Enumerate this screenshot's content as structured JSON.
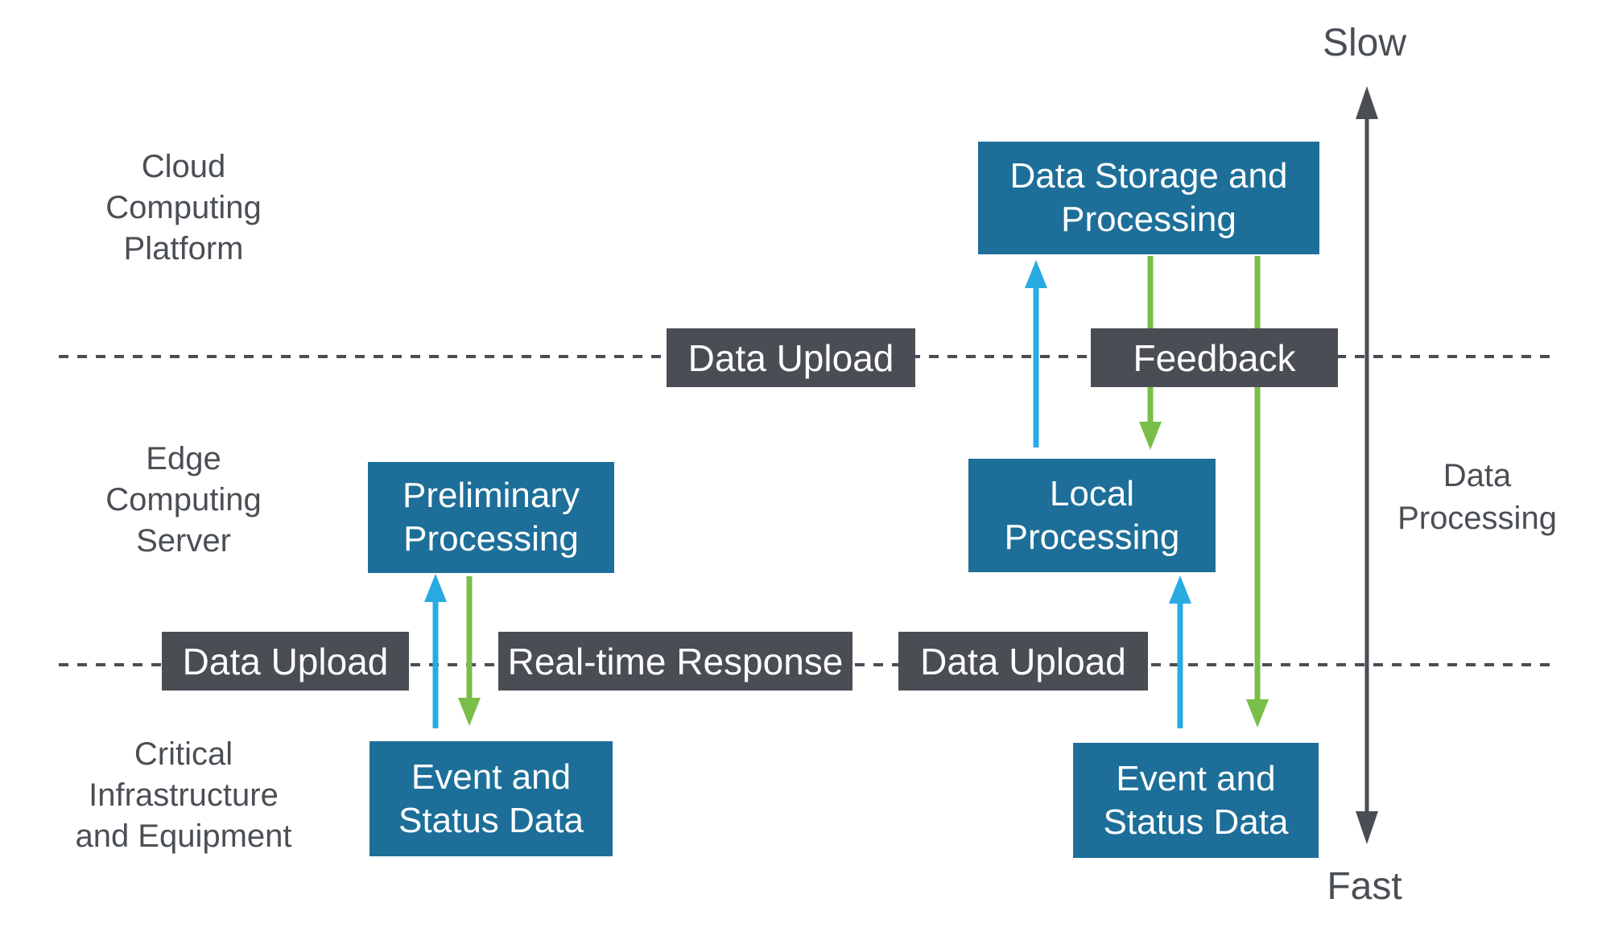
{
  "layers": {
    "cloud": {
      "label": "Cloud\nComputing\nPlatform"
    },
    "edge": {
      "label": "Edge\nComputing\nServer"
    },
    "device": {
      "label": "Critical\nInfrastructure\nand Equipment"
    }
  },
  "nodes": {
    "data_storage": {
      "label": "Data Storage and\nProcessing"
    },
    "preliminary": {
      "label": "Preliminary\nProcessing"
    },
    "local": {
      "label": "Local\nProcessing"
    },
    "event_left": {
      "label": "Event and\nStatus Data"
    },
    "event_right": {
      "label": "Event and\nStatus Data"
    }
  },
  "links": {
    "upload_top": {
      "label": "Data Upload"
    },
    "feedback": {
      "label": "Feedback"
    },
    "upload_bottom_left": {
      "label": "Data Upload"
    },
    "realtime_response": {
      "label": "Real-time Response"
    },
    "upload_bottom_right": {
      "label": "Data Upload"
    }
  },
  "axis": {
    "top": "Slow",
    "bottom": "Fast",
    "label": "Data\nProcessing"
  },
  "colors": {
    "node_fill": "#1D6F99",
    "link_fill": "#4A4E54",
    "upload_arrow_blue": "#29ABE2",
    "feedback_arrow_green": "#79BE48",
    "axis_gray": "#4A4E54",
    "text_gray": "#4A4F55"
  }
}
